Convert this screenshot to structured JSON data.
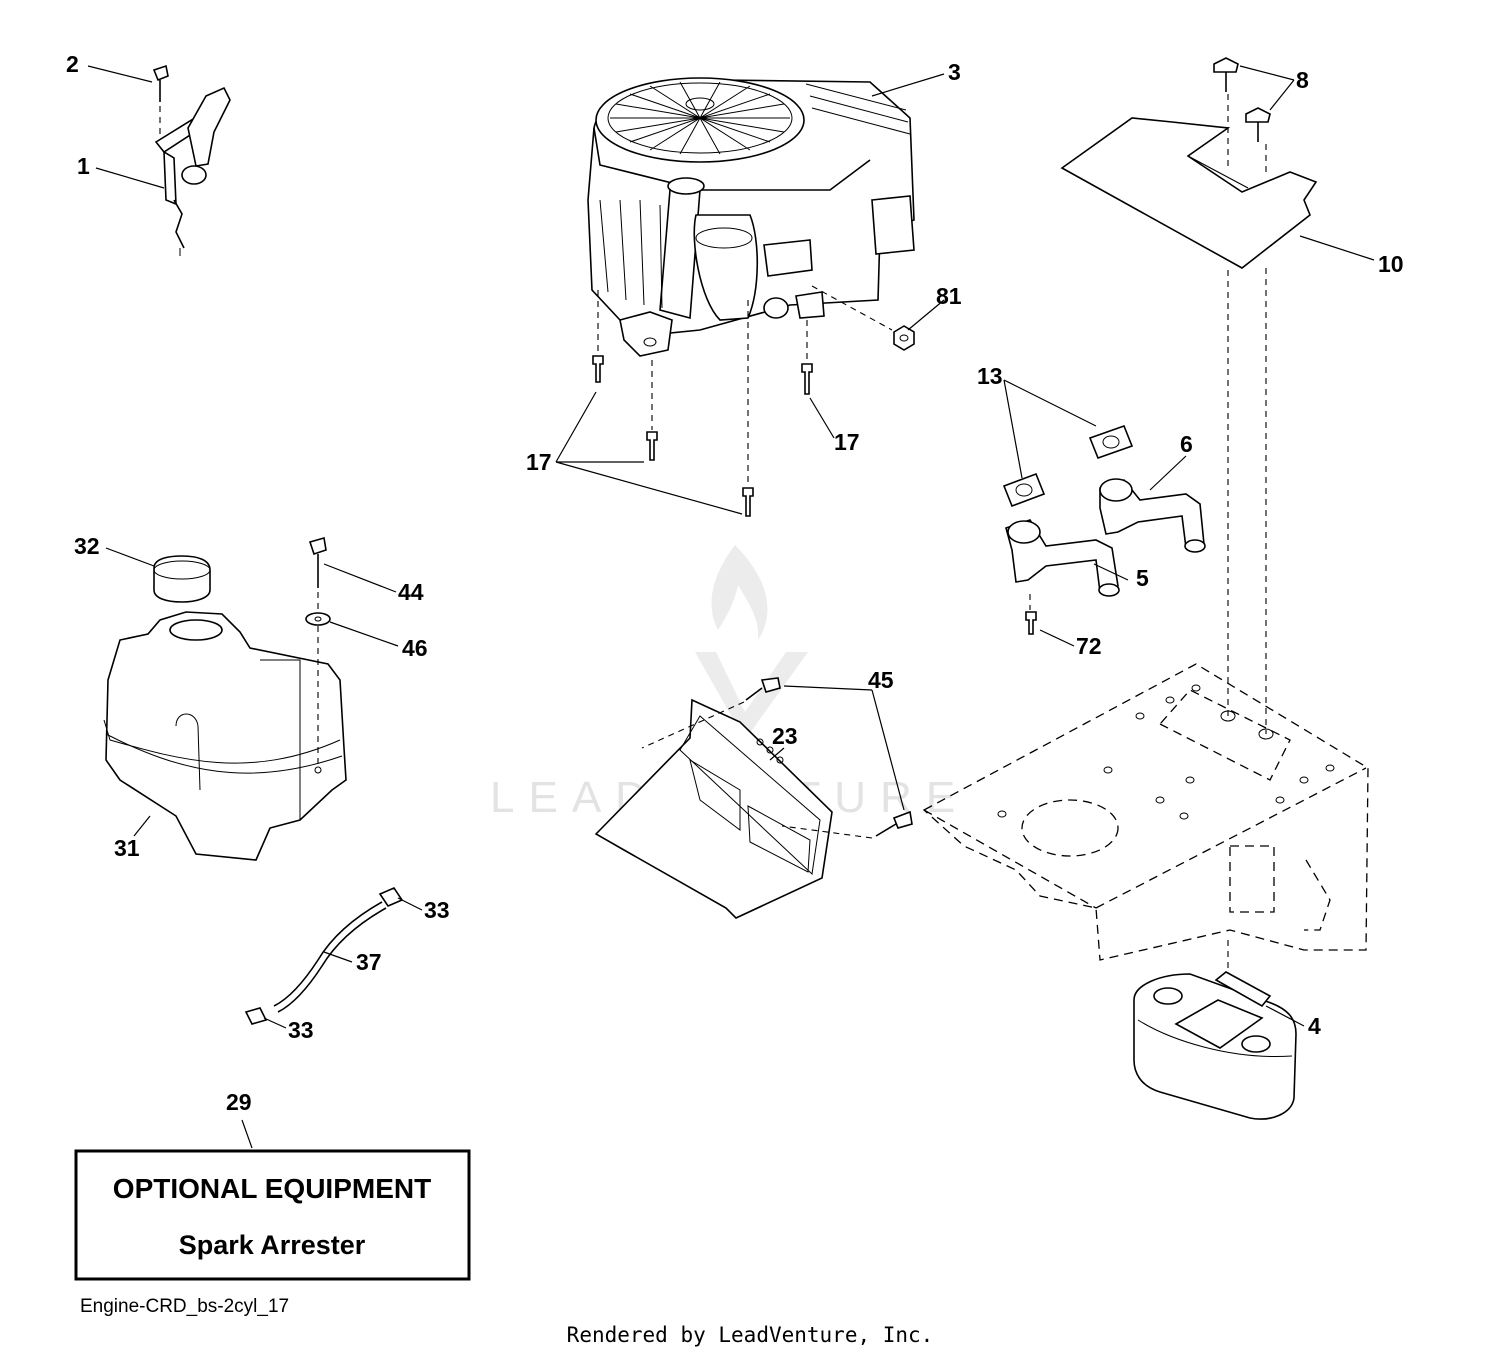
{
  "diagram": {
    "callouts": [
      {
        "id": "c1",
        "label": "1"
      },
      {
        "id": "c2",
        "label": "2"
      },
      {
        "id": "c3",
        "label": "3"
      },
      {
        "id": "c4",
        "label": "4"
      },
      {
        "id": "c5",
        "label": "5"
      },
      {
        "id": "c6",
        "label": "6"
      },
      {
        "id": "c8",
        "label": "8"
      },
      {
        "id": "c10",
        "label": "10"
      },
      {
        "id": "c13",
        "label": "13"
      },
      {
        "id": "c17a",
        "label": "17"
      },
      {
        "id": "c17b",
        "label": "17"
      },
      {
        "id": "c23",
        "label": "23"
      },
      {
        "id": "c29",
        "label": "29"
      },
      {
        "id": "c31",
        "label": "31"
      },
      {
        "id": "c32",
        "label": "32"
      },
      {
        "id": "c33a",
        "label": "33"
      },
      {
        "id": "c33b",
        "label": "33"
      },
      {
        "id": "c37",
        "label": "37"
      },
      {
        "id": "c44",
        "label": "44"
      },
      {
        "id": "c45",
        "label": "45"
      },
      {
        "id": "c46",
        "label": "46"
      },
      {
        "id": "c72",
        "label": "72"
      },
      {
        "id": "c81",
        "label": "81"
      }
    ],
    "optional_box": {
      "title": "OPTIONAL EQUIPMENT",
      "subtitle": "Spark Arrester"
    },
    "drawing_code": "Engine-CRD_bs-2cyl_17",
    "watermark": "LEADVENTURE",
    "footer": "Rendered by LeadVenture, Inc."
  }
}
